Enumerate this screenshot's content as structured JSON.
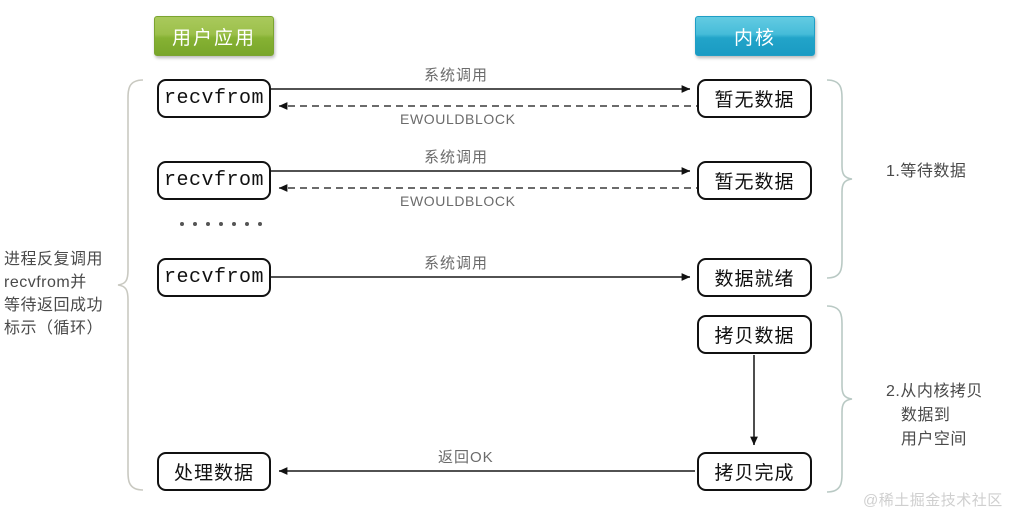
{
  "headers": {
    "user_app": "用户应用",
    "kernel": "内核",
    "user_app_color": "#86b233",
    "kernel_color": "#22a4c9"
  },
  "nodes": {
    "recvfrom_1": "recvfrom",
    "recvfrom_2": "recvfrom",
    "recvfrom_3": "recvfrom",
    "process_data": "处理数据",
    "no_data_1": "暂无数据",
    "no_data_2": "暂无数据",
    "data_ready": "数据就绪",
    "copy_data": "拷贝数据",
    "copy_done": "拷贝完成"
  },
  "edges": {
    "syscall_1": "系统调用",
    "ewouldblock_1": "EWOULDBLOCK",
    "syscall_2": "系统调用",
    "ewouldblock_2": "EWOULDBLOCK",
    "syscall_3": "系统调用",
    "return_ok": "返回OK"
  },
  "annotations": {
    "left_note": "进程反复调用\nrecvfrom并\n等待返回成功\n标示（循环）",
    "phase_1": "1.等待数据",
    "phase_2": "2.从内核拷贝\n   数据到\n   用户空间"
  },
  "ellipsis_dot_count": 7,
  "watermark": "@稀土掘金技术社区"
}
